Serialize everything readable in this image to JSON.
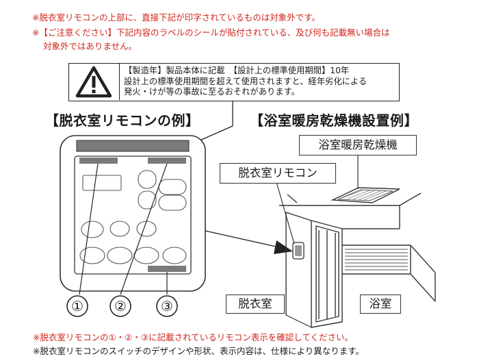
{
  "notes_top": [
    "※脱衣室リモコンの上部に、直接下記が印字されているものは対象外です。",
    "※【ご注意ください】下記内容のラベルのシールが貼付されている、及び何も記載無い場合は",
    "対象外ではありません。"
  ],
  "warning": {
    "icon": "warning-triangle-icon",
    "lines": [
      "【製造年】製品本体に記載　【設計上の標準使用期間】10年",
      "設計上の標準使用期間を超えて使用されますと、経年劣化による",
      "発火・けが等の事故に至るおそれがあります。"
    ]
  },
  "headings": {
    "remote_example": "【脱衣室リモコンの例】",
    "install_example": "【浴室暖房乾燥機設置例】"
  },
  "labels": {
    "dryer": "浴室暖房乾燥機",
    "remote": "脱衣室リモコン",
    "dressing_room": "脱衣室",
    "bathroom": "浴室"
  },
  "callouts": [
    "①",
    "②",
    "③"
  ],
  "notes_bottom": [
    "※脱衣室リモコンの①・②・③に記載されているリモコン表示を確認してください。",
    "※脱衣室リモコンのスイッチのデザインや形状、表示内容は、仕様により異なります。"
  ],
  "colors": {
    "note_red": "#d0241b",
    "panel_gray": "#7a7a7a",
    "text": "#1a1a1a"
  }
}
